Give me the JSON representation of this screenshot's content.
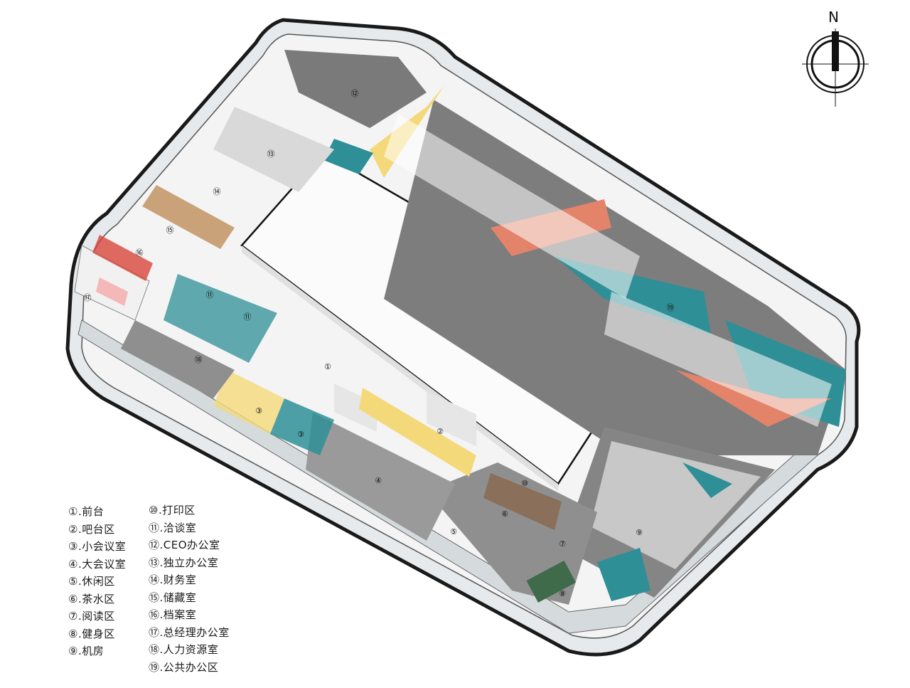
{
  "compass": {
    "label": "N"
  },
  "legend_left": [
    "①.前台",
    "②.吧台区",
    "③.小会议室",
    "④.大会议室",
    "⑤.休闲区",
    "⑥.茶水区",
    "⑦.阅读区",
    "⑧.健身区",
    "⑨.机房"
  ],
  "legend_right": [
    "⑩.打印区",
    "⑪.洽谈室",
    "⑫.CEO办公室",
    "⑬.独立办公室",
    "⑭.财务室",
    "⑮.储藏室",
    "⑯.档案室",
    "⑰.总经理办公室",
    "⑱.人力资源室",
    "⑲.公共办公区"
  ],
  "markers": [
    "①",
    "②",
    "③",
    "③",
    "④",
    "⑤",
    "⑥",
    "⑦",
    "⑧",
    "⑨",
    "⑩",
    "⑪",
    "⑪",
    "⑫",
    "⑬",
    "⑭",
    "⑮",
    "⑯",
    "⑰",
    "⑱",
    "⑲"
  ],
  "colors": {
    "teal": "#2e8f96",
    "salmon": "#e2836a",
    "yellow": "#f4d97a",
    "glass": "#c9ced2",
    "floor": "#f2f2f2",
    "dark": "#1a1a1a",
    "green": "#3f6b4a"
  }
}
